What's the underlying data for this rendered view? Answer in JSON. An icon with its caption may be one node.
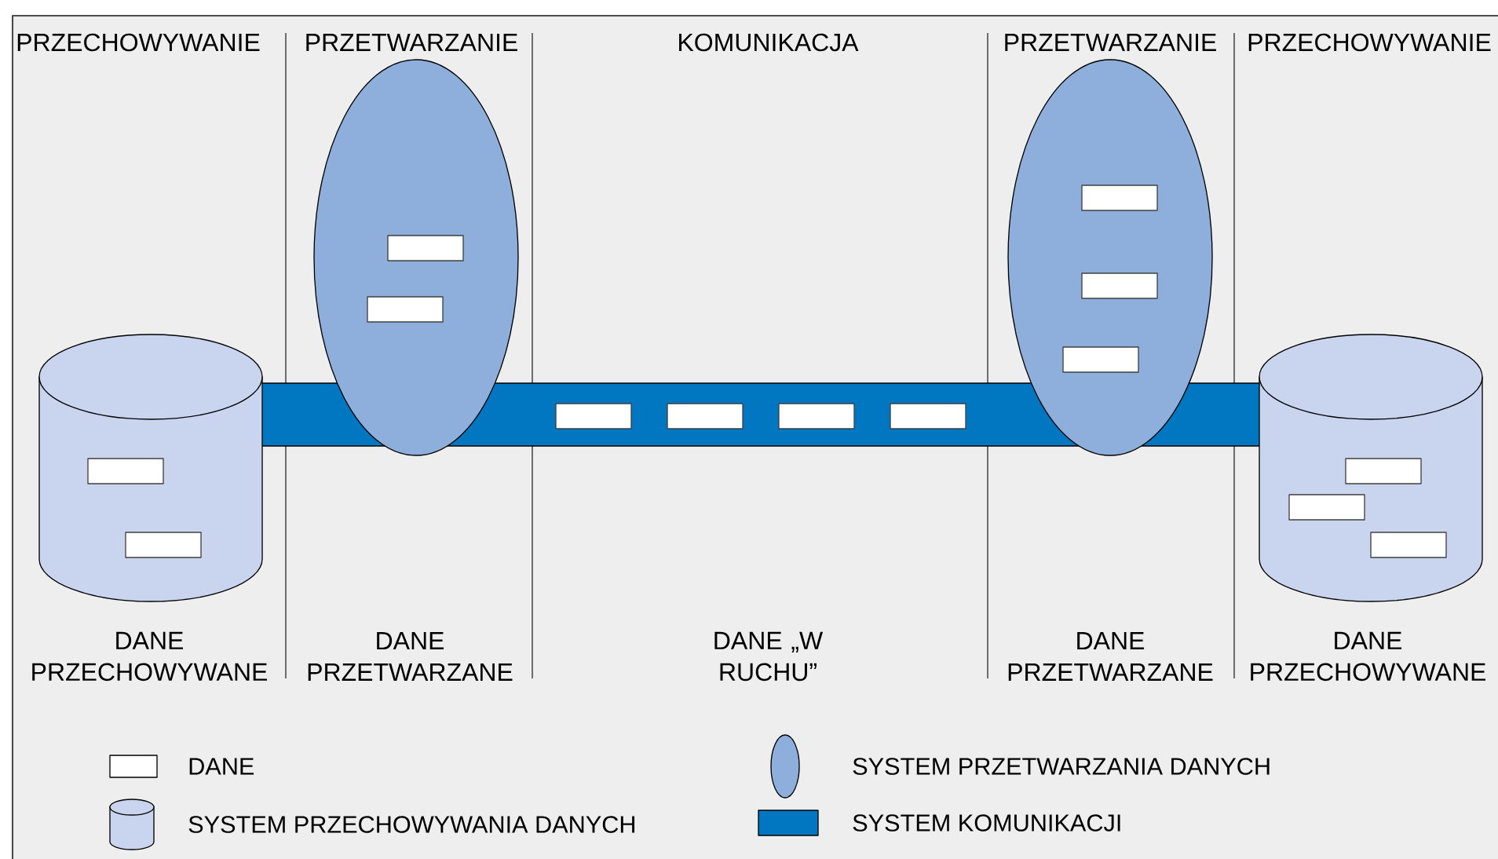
{
  "diagram": {
    "nodes": [
      {
        "text": [],
        "shape": "cylinder"
      },
      {
        "text": [],
        "shape": "box",
        "in": 0
      },
      {
        "text": [],
        "shape": "box",
        "in": 0
      },
      {
        "text": [],
        "shape": "ellipse"
      },
      {
        "text": [],
        "shape": "box",
        "in": 3
      },
      {
        "text": [],
        "shape": "box",
        "in": 3
      },
      {
        "text": [],
        "shape": "bar"
      },
      {
        "text": [],
        "shape": "box",
        "in": 6
      },
      {
        "text": [],
        "shape": "box",
        "in": 6
      },
      {
        "text": [],
        "shape": "box",
        "in": 6
      },
      {
        "text": [],
        "shape": "box",
        "in": 6
      },
      {
        "text": [],
        "shape": "ellipse"
      },
      {
        "text": [],
        "shape": "box",
        "in": 11
      },
      {
        "text": [],
        "shape": "box",
        "in": 11
      },
      {
        "text": [],
        "shape": "box",
        "in": 11
      },
      {
        "text": [],
        "shape": "cylinder"
      },
      {
        "text": [],
        "shape": "box",
        "in": 15
      },
      {
        "text": [],
        "shape": "box",
        "in": 15
      },
      {
        "text": [],
        "shape": "box",
        "in": 15
      }
    ],
    "labels": [
      "PRZECHOWYWANIE",
      "PRZETWARZANIE",
      "KOMUNIKACJA",
      "PRZETWARZANIE",
      "PRZECHOWYWANIE",
      "DANE PRZECHOWYWANE",
      "DANE PRZETWARZANE",
      "DANE „W RUCHU”",
      "DANE PRZETWARZANE",
      "DANE PRZECHOWYWANE"
    ],
    "legend": [
      {
        "text": "DANE",
        "color": "#ffffff"
      },
      {
        "text": "SYSTEM PRZETWARZANIA DANYCH"
      },
      {
        "text": "SYSTEM PRZECHOWYWANIA DANYCH"
      },
      {
        "text": "SYSTEM KOMUNIKACJI",
        "color": "#0077c0"
      }
    ]
  }
}
